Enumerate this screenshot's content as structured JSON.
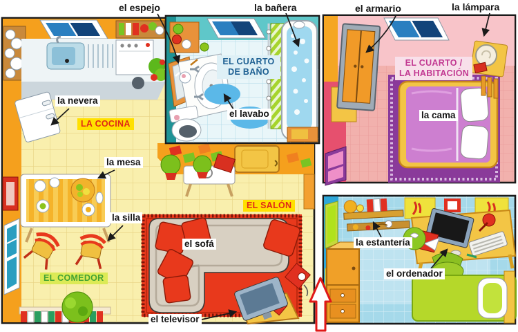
{
  "illustration": {
    "kind": "labeled house floor-plan (Spanish vocabulary)",
    "rooms": {
      "cocina": "LA COCINA",
      "comedor": "EL COMEDOR",
      "salon": "EL SALÓN",
      "bano1": "EL CUARTO",
      "bano2": "DE BAÑO",
      "hab1": "EL CUARTO /",
      "hab2": "LA HABITACIÓN"
    },
    "items": {
      "espejo": "el espejo",
      "banera": "la bañera",
      "armario": "el armario",
      "lampara": "la lámpara",
      "nevera": "la nevera",
      "lavabo": "el lavabo",
      "cama": "la cama",
      "mesa": "la mesa",
      "silla": "la silla",
      "sofa": "el sofá",
      "televisor": "el televisor",
      "estanteria": "la estantería",
      "ordenador": "el ordenador"
    },
    "annotation": {
      "shape": "red outlined arrow pointing up",
      "color": "#e01818"
    },
    "colors": {
      "room_label_yellow_bg": "#ffe000",
      "room_label_red_text": "#e02818",
      "comedor_bg": "#dcea56",
      "comedor_text": "#44a234",
      "bano_bg": "#def0f6",
      "bano_text": "#1d5f92",
      "habitacion_bg": "#f8e0ea",
      "habitacion_text": "#c23a92",
      "floor_yellow": "#f9efad",
      "wall_orange": "#f5a01d",
      "bath_teal": "#5fc7c9",
      "bedroom_pink": "#f8c4c9",
      "teenroom_blue": "#a5d9ea",
      "rug_red": "#e8391c"
    }
  }
}
